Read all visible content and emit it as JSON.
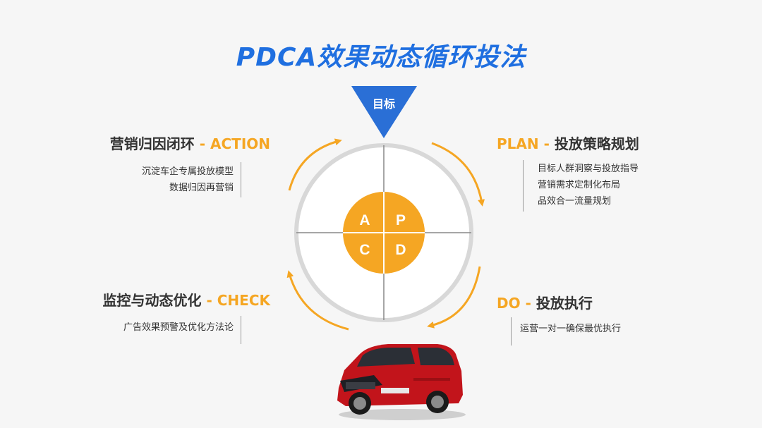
{
  "title": "PDCA效果动态循环投法",
  "goal_label": "目标",
  "quadrants": {
    "a": "A",
    "p": "P",
    "c": "C",
    "d": "D"
  },
  "plan": {
    "keyword": "PLAN",
    "sep": "-",
    "name": "投放策略规划",
    "items": [
      "目标人群洞察与投放指导",
      "营销需求定制化布局",
      "品效合一流量规划"
    ]
  },
  "do": {
    "keyword": "DO",
    "sep": "-",
    "name": "投放执行",
    "items": [
      "运营一对一确保最优执行"
    ]
  },
  "check": {
    "name": "监控与动态优化",
    "sep": "-",
    "keyword": "CHECK",
    "items": [
      "广告效果预警及优化方法论"
    ]
  },
  "action": {
    "name": "营销归因闭环",
    "sep": "-",
    "keyword": "ACTION",
    "items": [
      "沉淀车企专属投放模型",
      "数据归因再营销"
    ]
  },
  "colors": {
    "accent": "#f5a623",
    "title": "#1f6fe0",
    "goal_triangle": "#2a6fd6"
  }
}
